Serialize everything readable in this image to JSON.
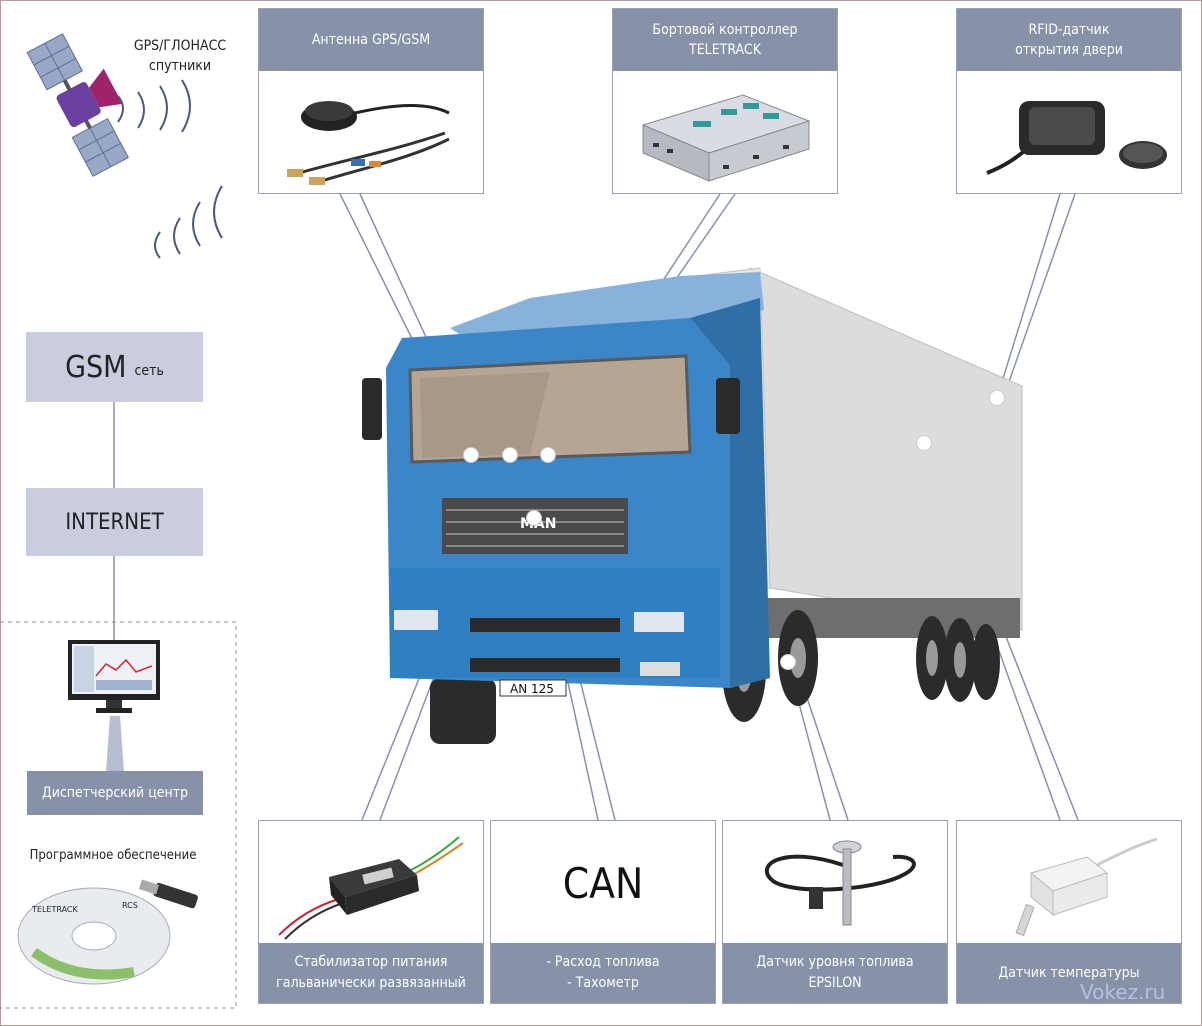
{
  "satellite": {
    "label": "GPS/ГЛОНАСС\nспутники",
    "icon": "satellite-icon"
  },
  "top_cards": [
    {
      "label": "Антенна GPS/GSM",
      "icon": "gps-gsm-antenna-icon"
    },
    {
      "label": "Бортовой контроллер\nTELETRACK",
      "icon": "onboard-controller-icon"
    },
    {
      "label": "RFID-датчик\nоткрытия двери",
      "icon": "rfid-sensor-icon"
    }
  ],
  "left_chain": {
    "gsm_main": "GSM",
    "gsm_sub": "сеть",
    "internet": "INTERNET",
    "dispatch": "Диспетчерский центр",
    "software": "Программное обеспечение"
  },
  "bottom_cards": [
    {
      "label": "Стабилизатор питания\nгальванически развязанный",
      "icon": "power-stabilizer-icon"
    },
    {
      "big": "CAN",
      "label": "- Расход топлива\n- Тахометр"
    },
    {
      "label": "Датчик уровня топлива\nEPSILON",
      "icon": "fuel-level-sensor-icon"
    },
    {
      "label": "Датчик температуры",
      "icon": "temperature-sensor-icon"
    }
  ],
  "truck": {
    "plate": "AN 125"
  },
  "software_disc": {
    "brand1": "TELETRACK",
    "brand2": "RCS"
  },
  "watermark": "Vokez.ru",
  "colors": {
    "header": "#8792a8",
    "box": "#c9cdde",
    "truck_blue": "#2f7fc3",
    "trailer": "#dcdcdc"
  }
}
